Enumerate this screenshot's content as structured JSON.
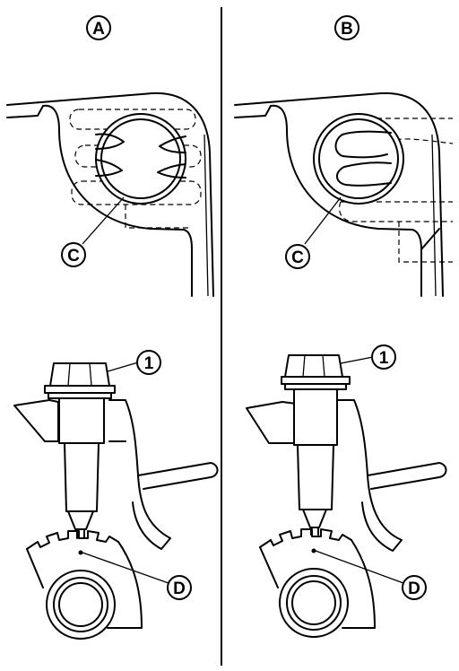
{
  "panels": {
    "a": {
      "label": "A",
      "callout_c": "C",
      "callout_bolt": "1",
      "callout_d": "D"
    },
    "b": {
      "label": "B",
      "callout_c": "C",
      "callout_bolt": "1",
      "callout_d": "D"
    }
  },
  "colors": {
    "line": "#000000",
    "background": "#ffffff"
  }
}
